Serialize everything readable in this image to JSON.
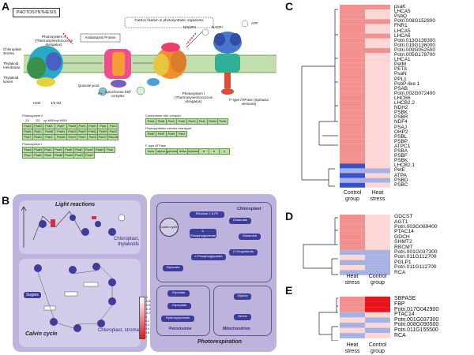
{
  "panels": {
    "a": "A",
    "b": "B",
    "c": "C",
    "d": "D",
    "e": "E"
  },
  "panel_a": {
    "header_box": "PHOTOSYNTHESIS",
    "organism_box": "Arabidopsis Protein",
    "carbon_fixation_box": "Carbon fixation in photosynthetic organisms",
    "labels": {
      "chloroplast_stroma": "Chloroplast stroma",
      "thylakoid_membrane": "Thylakoid membrane",
      "thylakoid_lumen": "Thylakoid lumen",
      "psii": "Photosystem II (Thermosynechococcus elongatus)",
      "psi": "Photosystem I (Thermosynechococcus elongatus)",
      "cyt_b6f": "Cytochrome b6/f complex",
      "atp_synthase": "F-type ATPase (Spinacia oleracea)",
      "quinone_pool": "Quinone pool",
      "nadph": "NADPH",
      "nadp": "NADP+",
      "atp": "ATP",
      "h_plus": "H+",
      "h2o": "H2O",
      "o2": "1/2 O2"
    },
    "tables": [
      {
        "name": "Photosystem II",
        "rows": [
          [
            "D1",
            "D2",
            "cyt b559",
            "cyt b559",
            "",
            "",
            "",
            "",
            ""
          ],
          [
            "PsbA",
            "PsbD",
            "PsbE",
            "PsbF",
            "PsbB",
            "PsbC",
            "PsbH",
            "PsbI",
            "PsbJ"
          ],
          [
            "PsbK",
            "PsbL",
            "PsbM",
            "PsbN",
            "PsbO",
            "PsbP",
            "PsbQ",
            "PsbR",
            "PsbS"
          ],
          [
            "PsbT",
            "PsbU",
            "PsbV",
            "PsbW",
            "PsbX",
            "PsbY",
            "PsbZ",
            "Psb27",
            "Psb28"
          ]
        ]
      },
      {
        "name": "Cytochrome b6/f complex",
        "rows": [
          [
            "PetA",
            "PetB",
            "PetC",
            "PetD",
            "PetG",
            "PetL",
            "PetM",
            "PetN"
          ]
        ]
      },
      {
        "name": "Photosynthetic electron transport",
        "rows": [
          [
            "PetE",
            "PetF",
            "PetH",
            "PetJ"
          ]
        ]
      },
      {
        "name": "Photosystem I",
        "rows": [
          [
            "PsaA",
            "PsaB",
            "PsaC",
            "PsaD",
            "PsaE",
            "PsaF",
            "PsaG",
            "PsaH",
            "PsaI"
          ],
          [
            "PsaJ",
            "PsaK",
            "PsaL",
            "PsaM",
            "PsaN",
            "PsaO",
            "PsaX",
            "",
            ""
          ]
        ]
      },
      {
        "name": "F-type ATPase",
        "rows": [
          [
            "beta",
            "alpha",
            "gamma",
            "delta",
            "epsilon",
            "a",
            "b",
            "c"
          ]
        ]
      }
    ]
  },
  "panel_b": {
    "light_reactions": "Light reactions",
    "calvin_cycle": "Calvin cycle",
    "photorespiration": "Photorespiration",
    "chloroplast_thylakoids": "Chloroplast, thylakoids",
    "chloroplast_stroma": "Chloroplast, stroma",
    "chloroplast": "Chloroplast",
    "peroxisome": "Peroxisome",
    "mitochondrion": "Mitochondrion",
    "sugars": "Sugars",
    "nodes": [
      "Ribulose 1,5-P2",
      "3-Phosphoglycerate",
      "2-Phosphoglycolate",
      "Glycolate",
      "Glyoxylate",
      "Glycine",
      "Serine",
      "Hydroxypyruvate",
      "Glycerate",
      "Glutamate",
      "2-Oxoglutarate",
      "Glutamine",
      "Calvin cycle"
    ],
    "legend_ticks": [
      "-1",
      "-0.8",
      "-0.6",
      "-0.4",
      "-0.2",
      "0",
      "0.2",
      "0.4",
      "0.6",
      "0.8",
      "1"
    ]
  },
  "panel_c": {
    "genes": [
      "psaK",
      "LHCA5",
      "PsbQ",
      "Potri.008G152800",
      "FNR1",
      "LHCA5",
      "LHCA6",
      "Potri.013G138300",
      "Potri.019G136000",
      "Potri.009G052500",
      "Potri.005G178700",
      "LHCA1",
      "PetM",
      "PETA",
      "PsaN",
      "PPL1",
      "PsbP-like 1",
      "PSAB",
      "Potri.002G072400",
      "LHCB6",
      "LHCB2.2",
      "NDH2",
      "PSBK",
      "PSBR",
      "NDF4",
      "PSAJ",
      "OHP2",
      "PSBL",
      "PSBP",
      "ATPC1",
      "PSBA",
      "PSBF",
      "PSBK",
      "LHCB2.1",
      "PetE",
      "ATPA",
      "PSBD",
      "PSBC"
    ],
    "columns": [
      "Control group",
      "Heat stress"
    ]
  },
  "panel_d": {
    "genes": [
      "GDCST",
      "AGT1",
      "Potri.003G069400",
      "PTAC14",
      "GDCH",
      "SHMT2",
      "RBCMT",
      "Potri.001G037300",
      "Potri.011G112700",
      "PGLP1",
      "Potri.011G112700",
      "RCA"
    ],
    "columns": [
      "Heat stress",
      "Control group"
    ]
  },
  "panel_e": {
    "genes": [
      "SBPASE",
      "FBP",
      "Potri.017G042900",
      "PTAC14",
      "Potri.001G037300",
      "Potri.008G090500",
      "Potri.011G155500",
      "RCA"
    ],
    "columns": [
      "Heat stress",
      "Control group"
    ]
  },
  "colors": {
    "heat_strong": "#e8131c",
    "heat_mid": "#f39090",
    "heat_light": "#fbd8d6",
    "heat_low": "#ffffff",
    "heat_blue": "#3a52c8",
    "heat_blue_light": "#a6b2e4",
    "calvin_panel": "#bdb3dc",
    "node": "#3d3c9a",
    "membrane": "#8fc26a"
  }
}
